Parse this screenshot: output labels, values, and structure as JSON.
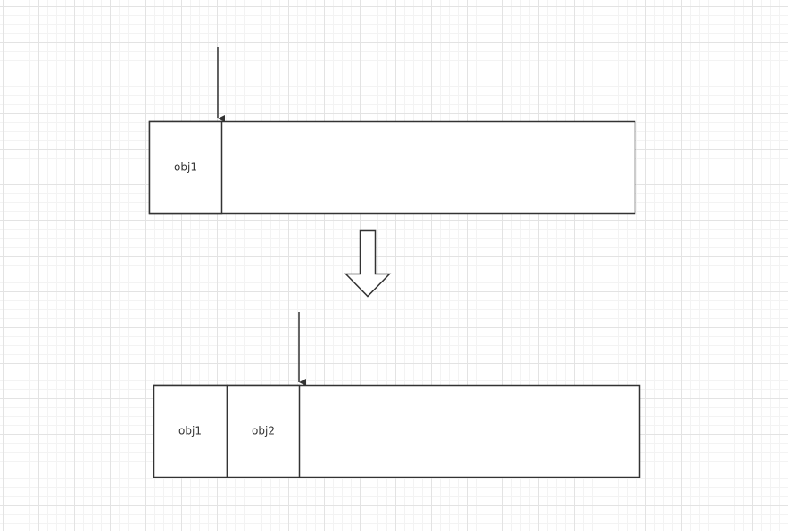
{
  "colors": {
    "stroke": "#333333",
    "fill": "#ffffff",
    "text": "#333333"
  },
  "before": {
    "cells": [
      {
        "label": "obj1"
      }
    ]
  },
  "after": {
    "cells": [
      {
        "label": "obj1"
      },
      {
        "label": "obj2"
      }
    ]
  },
  "transition_arrow": "down-arrow-icon"
}
